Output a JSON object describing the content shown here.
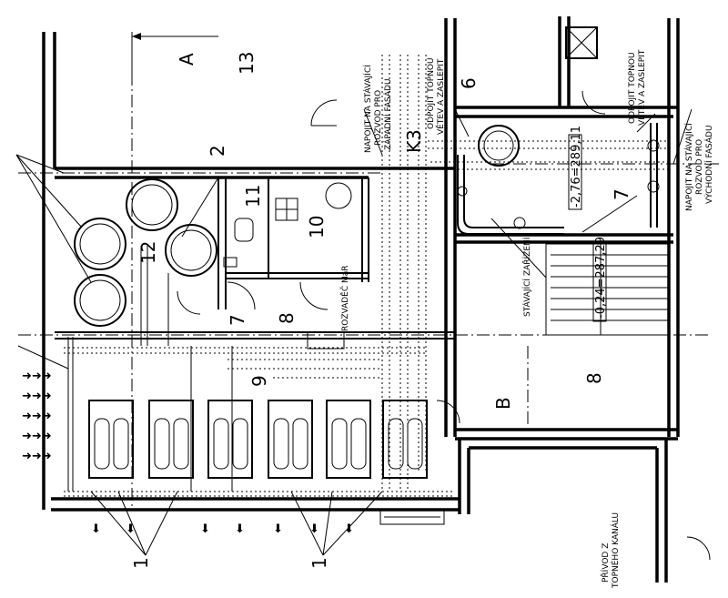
{
  "room_labels": {
    "a": "A",
    "b": "B",
    "r13": "13",
    "r2": "2",
    "r6": "6",
    "r7_right": "7",
    "r11": "11",
    "r10": "10",
    "r12": "12",
    "r7_mid": "7",
    "r8_mid": "8",
    "r9": "9",
    "r8_right": "8",
    "r1_left": "1",
    "r1_right": "1",
    "k3": "K3"
  },
  "notes": {
    "napojit_zapad_1": "NAPOJIT NA STÁVAJÍCÍ",
    "napojit_zapad_2": "ROZVOD PRO",
    "napojit_zapad_3": "ZÁPADNÍ FASÁDU",
    "odpojit_mid_1": "ODPOJIT TOPNOU",
    "odpojit_mid_2": "VĚTEV A ZASLEPIT",
    "odpojit_right_1": "ODPOJIT TOPNOU",
    "odpojit_right_2": "VĚTEV A ZASLEPIT",
    "napojit_vychod_1": "NAPOJIT NA STÁVAJÍCÍ",
    "napojit_vychod_2": "ROZVOD PRO",
    "napojit_vychod_3": "VÝCHODNÍ FASÁDU",
    "stavajici_zarizeni": "STÁVAJÍCÍ ZAŘÍZENÍ",
    "rozvadec": "ROZVADĚČ MaR",
    "privod_1": "PŘÍVOD Z",
    "privod_2": "TOPNÉHO KANÁLU",
    "level_1": "-2,76=289,11",
    "level_2": "-0,24=287,29"
  },
  "colors": {
    "ink": "#000000",
    "paper": "#ffffff"
  },
  "icons": [
    "north-arrow-icon",
    "vent-box-icon",
    "window-icon",
    "arrow-icon"
  ]
}
